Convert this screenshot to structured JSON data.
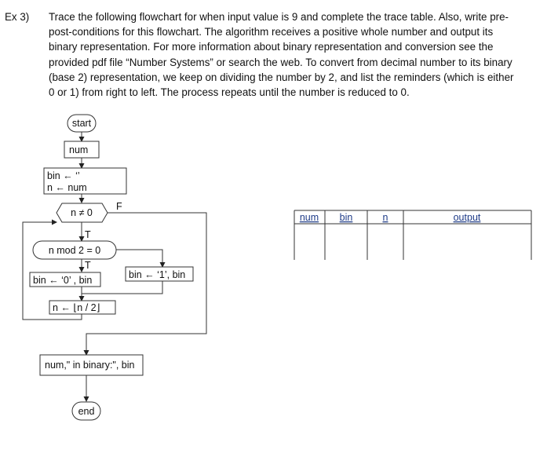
{
  "exercise": {
    "number": "Ex 3)",
    "lines": [
      "Trace the following flowchart for when input value is 9 and complete the trace table. Also, write pre-",
      "post-conditions for this flowchart. The algorithm receives a positive whole number and output its",
      "binary representation. For more information about binary representation and conversion see the",
      "provided pdf file “Number Systems” or search the web. To convert from decimal number to its binary",
      "(base 2) representation, we keep on dividing the number by 2, and list the reminders (which is either",
      "0 or 1) from right to left. The process repeats until the number is reduced to 0."
    ]
  },
  "flowchart": {
    "start": "start",
    "input": "num",
    "init_line1": "bin ← ‘’",
    "init_line2": "n ← num",
    "loop_condition": "n ≠ 0",
    "loop_false_label": "F",
    "loop_true_label": "T",
    "mod_condition": "n mod 2 = 0",
    "mod_true_label": "T",
    "assign_zero": "bin ← ‘0’ , bin",
    "assign_one": "bin ← ‘1’, bin",
    "halve": "n ← ⌊n / 2⌋",
    "output": "num,\" in binary:\", bin",
    "end": "end"
  },
  "trace_table": {
    "columns": [
      "num",
      "bin",
      "n",
      "output"
    ],
    "rows": [
      [
        "",
        "",
        "",
        ""
      ]
    ]
  }
}
